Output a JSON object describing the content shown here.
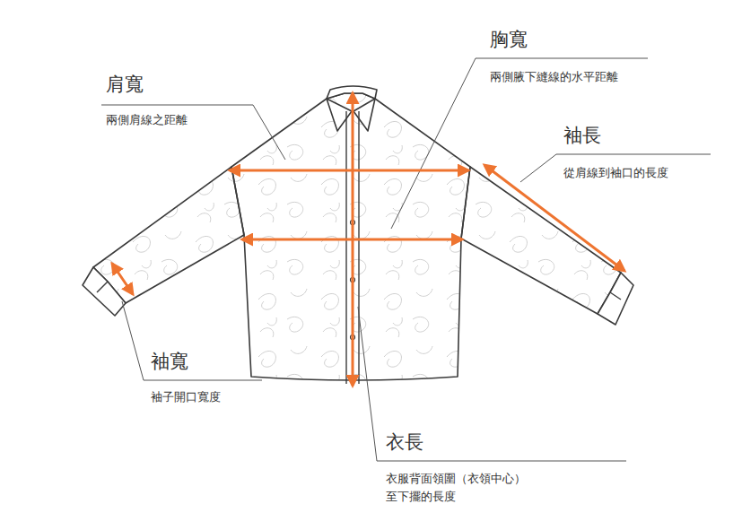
{
  "diagram": {
    "labels": [
      "肩寬",
      "兩側肩線之距離",
      "胸寬",
      "兩側腋下縫線的水平距離",
      "袖長",
      "從肩線到袖口的長度",
      "袖寬",
      "袖子開口寬度",
      "衣長",
      "衣服背面領圍（衣領中心） 至下擺的長度"
    ]
  }
}
